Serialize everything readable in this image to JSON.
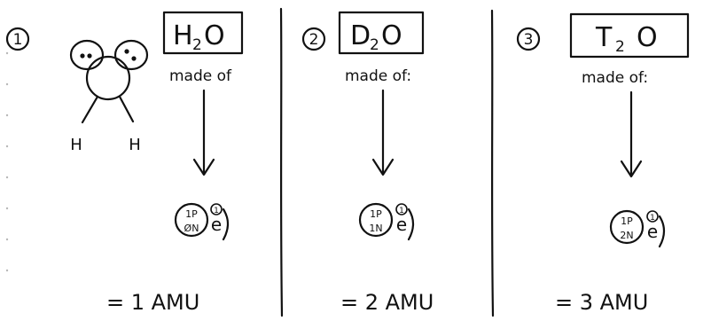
{
  "panels": [
    {
      "number": "1",
      "formula_main": "H",
      "formula_sub": "2",
      "formula_end": "O",
      "made_of": "made of",
      "protons": "1P",
      "neutrons": "ØN",
      "electron": "e",
      "electron_count": "1",
      "result": "= 1 AMU",
      "molecule_atoms": [
        "H",
        "H"
      ]
    },
    {
      "number": "2",
      "formula_main": "D",
      "formula_sub": "2",
      "formula_end": "O",
      "made_of": "made of:",
      "protons": "1P",
      "neutrons": "1N",
      "electron": "e",
      "electron_count": "1",
      "result": "= 2 AMU"
    },
    {
      "number": "3",
      "formula_main": "T",
      "formula_sub": "2",
      "formula_end": "O",
      "made_of": "made of:",
      "protons": "1P",
      "neutrons": "2N",
      "electron": "e",
      "electron_count": "1",
      "result": "= 3 AMU"
    }
  ]
}
